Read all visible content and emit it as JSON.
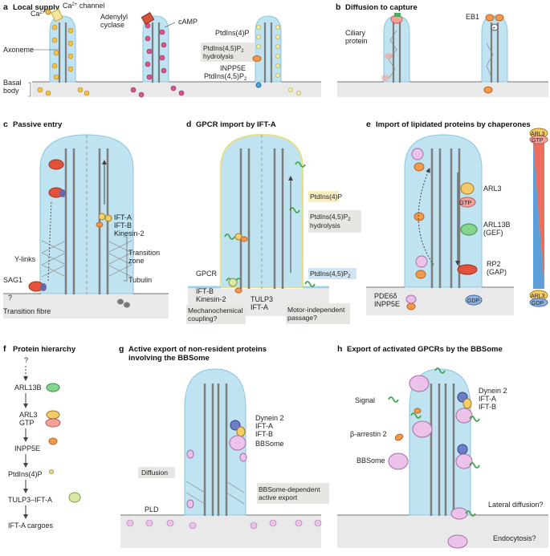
{
  "panels": {
    "a": {
      "letter": "a",
      "title": "Local supply",
      "labels": {
        "ca_ion": "Ca",
        "ca_channel": "Ca",
        "ca_channel_rest": " channel",
        "adenylyl": "Adenylyl",
        "cyclase": "cyclase",
        "camp": "cAMP",
        "ptdins4p": "PtdIns(4)P",
        "hydro1": "PtdIns(4,5)P",
        "hydro2": "hydrolysis",
        "inpp5e": "INPP5E",
        "ptdins45": "PtdIns(4,5)P",
        "axoneme": "Axoneme",
        "basal": "Basal",
        "body": "body",
        "sup2": "2+",
        "sub2": "2"
      }
    },
    "b": {
      "letter": "b",
      "title": "Diffusion to capture",
      "labels": {
        "ciliary1": "Ciliary",
        "ciliary2": "protein",
        "eb1": "EB1"
      }
    },
    "c": {
      "letter": "c",
      "title": "Passive entry",
      "labels": {
        "ifta": "IFT-A",
        "iftb": "IFT-B",
        "kinesin": "Kinesin-2",
        "ylinks": "Y-links",
        "tz1": "Transition",
        "tz2": "zone",
        "sag1": "SAG1",
        "q": "?",
        "tubulin": "Tubulin",
        "tfibre": "Transition fibre"
      }
    },
    "d": {
      "letter": "d",
      "title": "GPCR import by IFT-A",
      "labels": {
        "ptdins4p": "PtdIns(4)P",
        "hydro1": "PtdIns(4,5)P",
        "hydro2": "hydrolysis",
        "ptdins45": "PtdIns(4,5)P",
        "gpcr": "GPCR",
        "iftb": "IFT-B",
        "kinesin": "Kinesin-2",
        "tulp3": "TULP3",
        "ifta": "IFT-A",
        "mech1": "Mechanochemical",
        "mech2": "coupling?",
        "motor1": "Motor-independent",
        "motor2": "passage?",
        "sub2": "2"
      }
    },
    "e": {
      "letter": "e",
      "title": "Import of lipidated proteins by chaperones",
      "labels": {
        "arl3": "ARL3",
        "gtp": "GTP",
        "arl13b": "ARL13B",
        "gef": "(GEF)",
        "rp2": "RP2",
        "gap": "(GAP)",
        "pde6": "PDE6δ",
        "inpp5e": "INPP5E",
        "gdp": "GDP",
        "arl3_top": "ARL3",
        "gtp_top": "GTP",
        "arl3_bot": "ARL3",
        "gdp_bot": "GDP"
      }
    },
    "f": {
      "letter": "f",
      "title": "Protein hierarchy",
      "labels": {
        "q": "?",
        "arl13b": "ARL13B",
        "arl3": "ARL3",
        "gtp": "GTP",
        "inpp5e": "INPP5E",
        "ptdins4p": "PtdIns(4)P",
        "tulp3": "TULP3–IFT-A",
        "cargoes": "IFT-A cargoes"
      }
    },
    "g": {
      "letter": "g",
      "title1": "Active export of non-resident proteins",
      "title2": "involving the BBSome",
      "labels": {
        "dynein": "Dynein 2",
        "ifta": "IFT-A",
        "iftb": "IFT-B",
        "bbsome": "BBSome",
        "diffusion": "Diffusion",
        "dep1": "BBSome-dependent",
        "dep2": "active export",
        "pld": "PLD"
      }
    },
    "h": {
      "letter": "h",
      "title": "Export of activated GPCRs by the BBSome",
      "labels": {
        "signal": "Signal",
        "barrestin": "β-arrestin 2",
        "bbsome": "BBSome",
        "dynein": "Dynein 2",
        "ifta": "IFT-A",
        "iftb": "IFT-B",
        "lateral": "Lateral diffusion?",
        "endo": "Endocytosis?"
      }
    }
  },
  "colors": {
    "cilium": "#bfe3f1",
    "cilium_edge": "#8cc6dc",
    "membrane": "#9a9a9a",
    "microtubule": "#7d7d7d",
    "calcium": "#f5c242",
    "camp": "#d9548f",
    "orange": "#f29a4b",
    "green": "#5cc96a",
    "pink": "#e7a7d6",
    "red": "#d84a3a",
    "callout": "#e7e6e2",
    "callout_yellow": "#f6efc2",
    "callout_blue": "#cfe5f2",
    "arl3_yellow": "#f4cb6a",
    "gdp_blue": "#8fb3de"
  }
}
